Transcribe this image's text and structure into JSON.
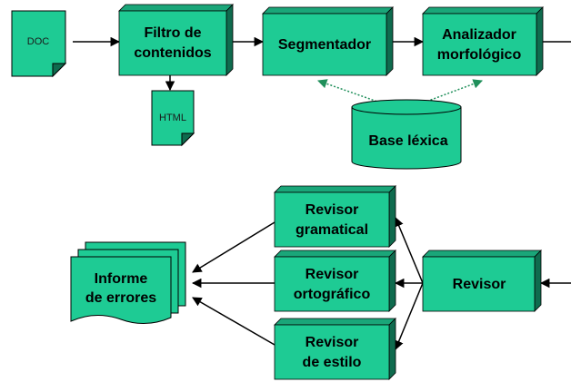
{
  "colors": {
    "box_face": "#1ecb94",
    "box_top": "#1aa679",
    "box_side": "#0f6b4e",
    "line": "#000000",
    "dotted_arrow": "#1f8f5a"
  },
  "documents": {
    "doc": "DOC",
    "html": "HTML",
    "report": [
      "Informe",
      "de errores"
    ]
  },
  "boxes": {
    "filtro": [
      "Filtro de",
      "contenidos"
    ],
    "segmentador": [
      "Segmentador"
    ],
    "analizador": [
      "Analizador",
      "morfológico"
    ],
    "base": [
      "Base léxica"
    ],
    "gramatical": [
      "Revisor",
      "gramatical"
    ],
    "ortografico": [
      "Revisor",
      "ortográfico"
    ],
    "estilo": [
      "Revisor",
      "de estilo"
    ],
    "revisor": [
      "Revisor"
    ]
  }
}
